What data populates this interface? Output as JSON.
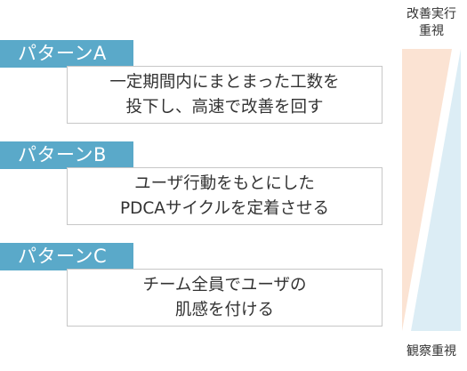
{
  "axis": {
    "top_label_line1": "改善実行",
    "top_label_line2": "重視",
    "bottom_label": "観察重視",
    "colors": {
      "top": "#fbe3d3",
      "bottom": "#dcedf5"
    }
  },
  "patterns": [
    {
      "tag": "パターンA",
      "line1": "一定期間内にまとまった工数を",
      "line2": "投下し、高速で改善を回す"
    },
    {
      "tag": "パターンB",
      "line1": "ユーザ行動をもとにした",
      "line2": "PDCAサイクルを定着させる"
    },
    {
      "tag": "パターンC",
      "line1": "チーム全員でユーザの",
      "line2": "肌感を付ける"
    }
  ],
  "colors": {
    "tag_bg": "#5aa9c9",
    "tag_text": "#ffffff",
    "box_border": "#c7c7c7"
  }
}
